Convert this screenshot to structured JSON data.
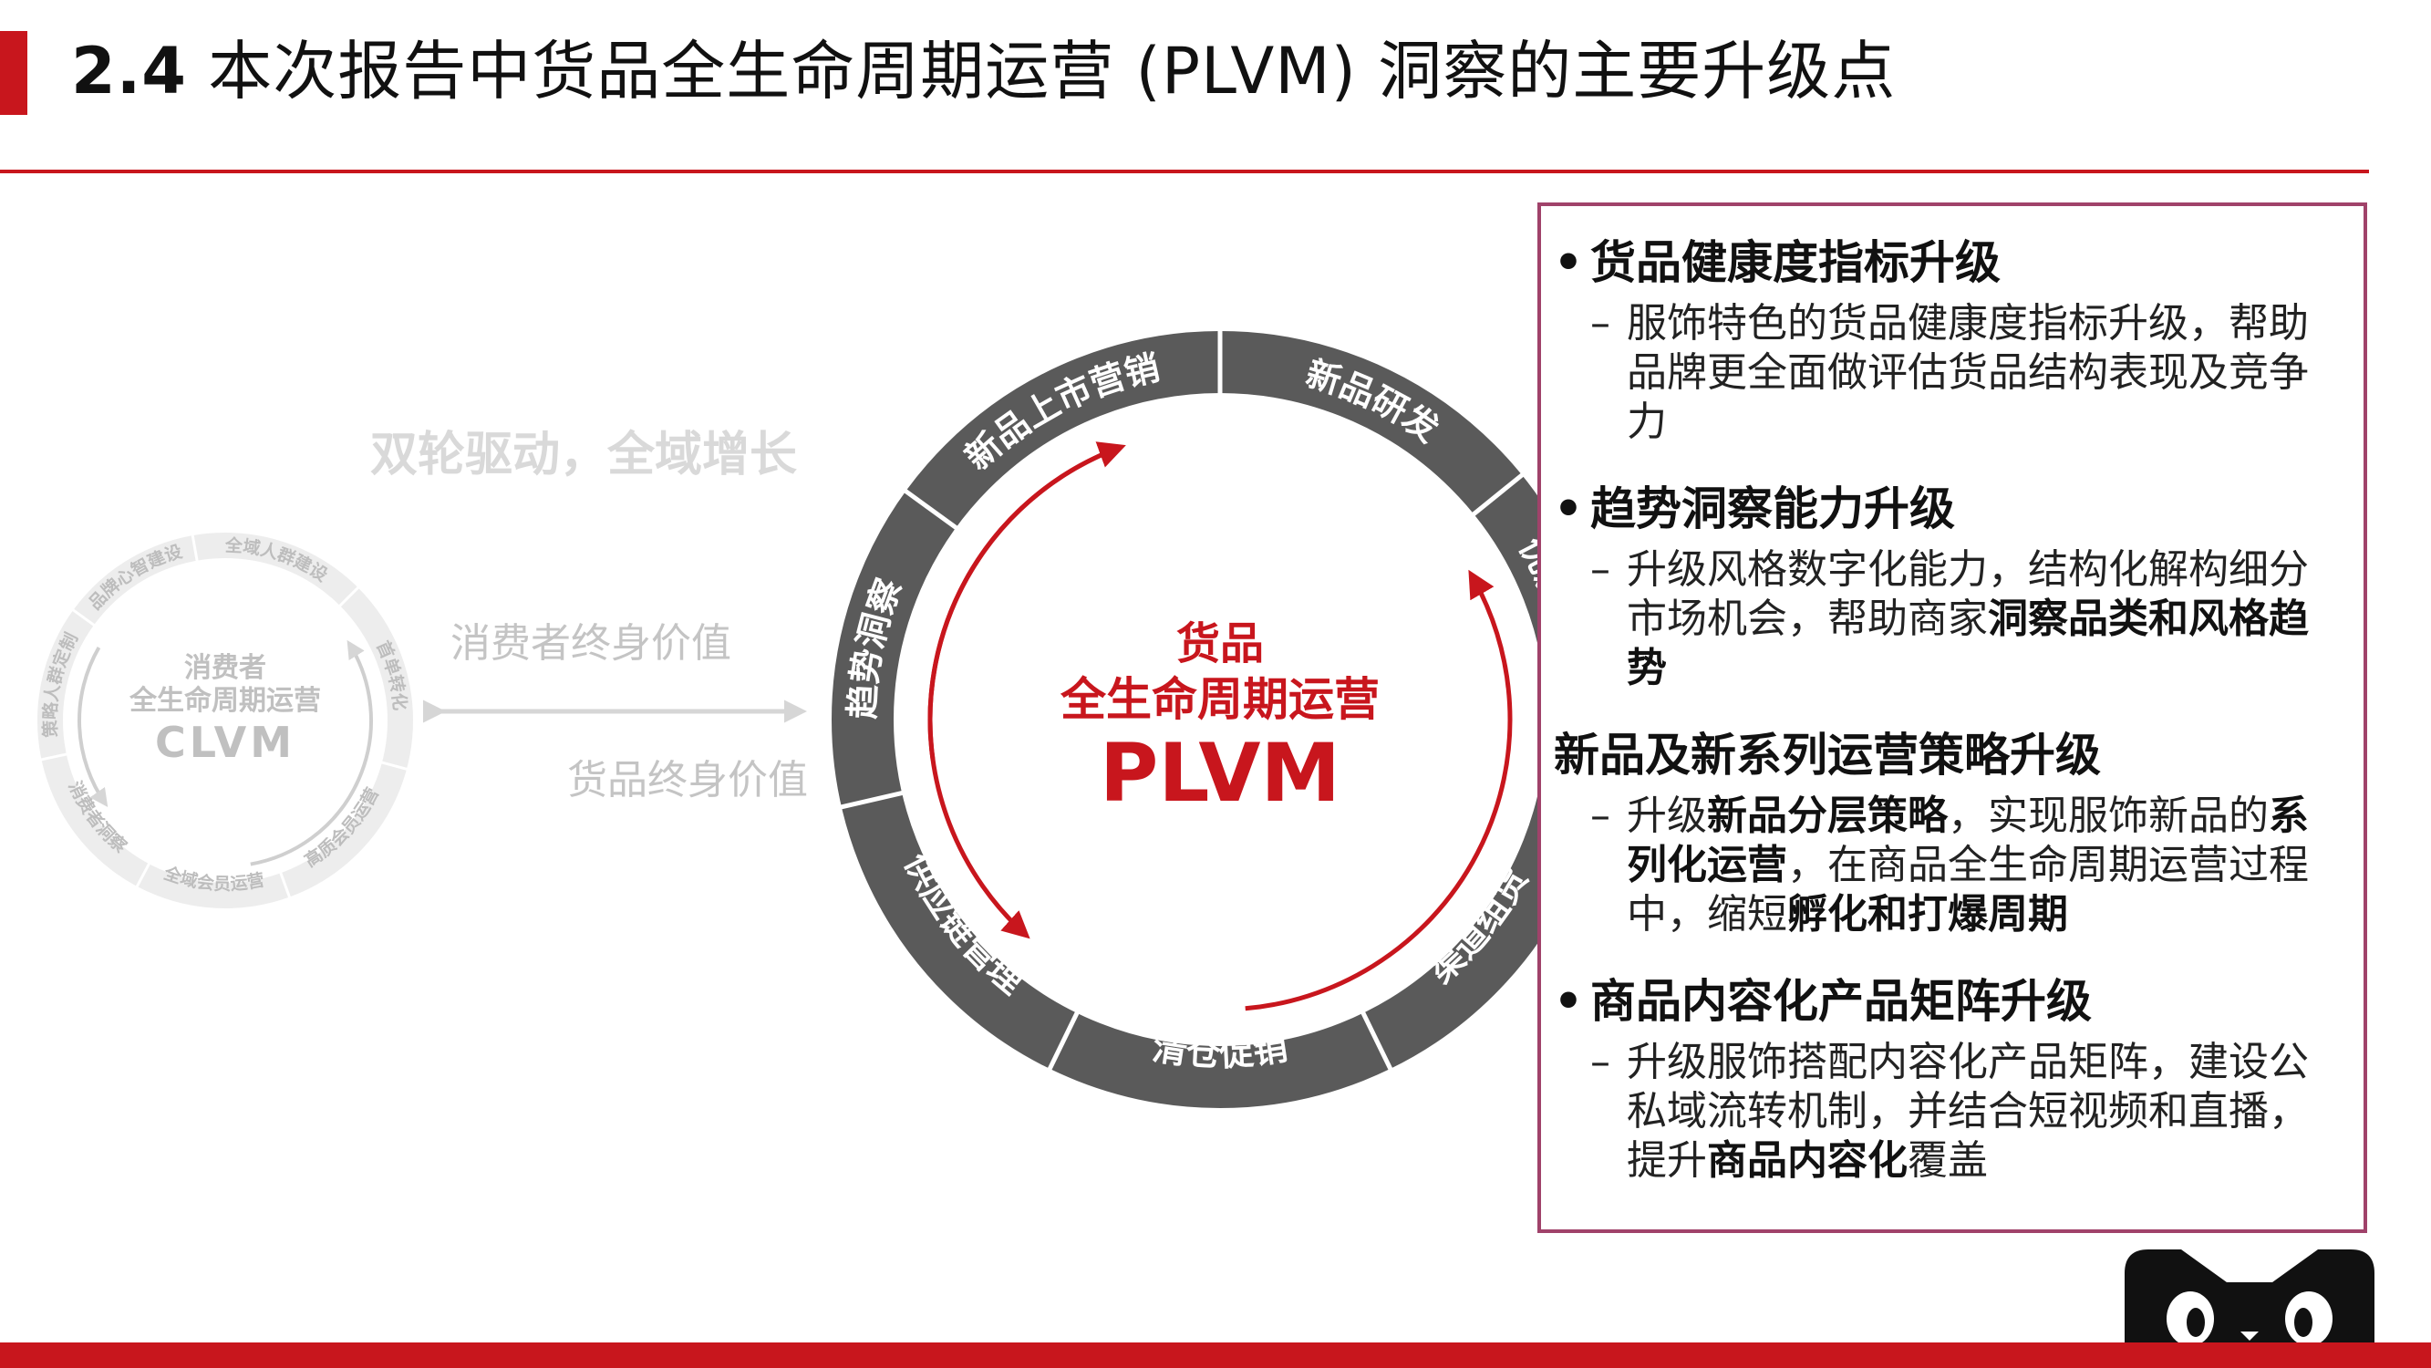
{
  "header": {
    "title_num": "2.4",
    "title_text": "本次报告中货品全生命周期运营 (PLVM) 洞察的主要升级点"
  },
  "left_diagram": {
    "slogan": "双轮驱动，全域增长",
    "wheel_center": [
      "消费者",
      "全生命周期运营",
      "CLVM"
    ],
    "wheel_segments": [
      "全域人群建设",
      "首单转化",
      "高质会员运营",
      "全域会员运营",
      "消费者洞察",
      "策略人群定制",
      "品牌心智建设"
    ]
  },
  "arrow_labels": {
    "top": "消费者终身价值",
    "bottom": "货品终身价值"
  },
  "main_wheel": {
    "center_line1": "货品",
    "center_line2": "全生命周期运营",
    "center_line3": "PLVM",
    "segments": [
      "新品上市营销",
      "新品研发",
      "优质货品运营",
      "渠道组货",
      "清仓促销",
      "供应链管理",
      "趋势洞察"
    ]
  },
  "side_panel": {
    "sections": [
      {
        "head_prefix": "• ",
        "head": "货品健康度指标升级",
        "body_prefix": "– ",
        "body": "服饰特色的货品健康度指标升级，帮助品牌更全面做评估货品结构表现及竞争力"
      },
      {
        "head_prefix": "• ",
        "head": "趋势洞察能力升级",
        "body_prefix": "– ",
        "body_a": "升级风格数字化能力，结构化解构细分市场机会，帮助商家",
        "body_b": "洞察品类和风格趋势"
      },
      {
        "head": "新品及新系列运营策略升级",
        "body_prefix": "– ",
        "body_a": "升级",
        "body_b": "新品分层策略",
        "body_c": "，实现服饰新品的",
        "body_d": "系列化运营",
        "body_e": "，在商品全生命周期运营过程中，缩短",
        "body_f": "孵化和打爆周期"
      },
      {
        "head_prefix": "• ",
        "head": "商品内容化产品矩阵升级",
        "body_prefix": "– ",
        "body_a": "升级服饰搭配内容化产品矩阵，建设公私域流转机制，并结合短视频和直播，提升",
        "body_b": "商品内容化",
        "body_c": "覆盖"
      }
    ]
  },
  "colors": {
    "accent": "#c8161d",
    "ring": "#5a5a5a",
    "ghost": "#cfcfcf",
    "panel_border": "#a0426a"
  }
}
